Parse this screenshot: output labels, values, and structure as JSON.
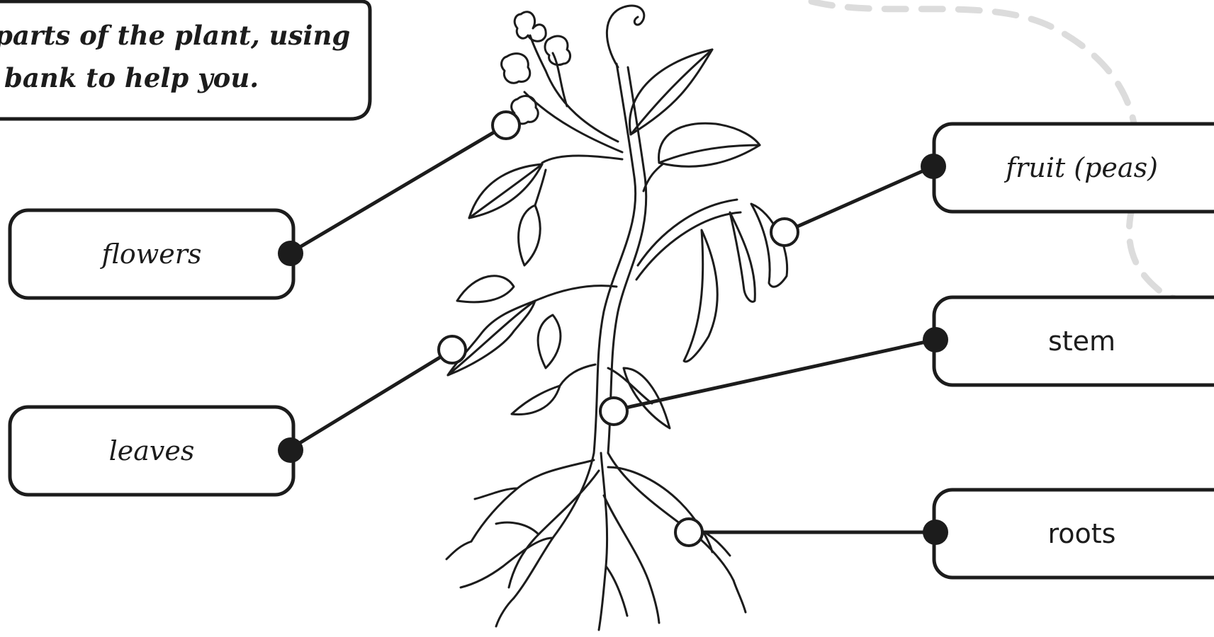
{
  "instructions": {
    "line1": "parts of the plant, using",
    "line2": "bank to help you."
  },
  "labels": {
    "flowers": "flowers",
    "leaves": "leaves",
    "fruit": "fruit (peas)",
    "stem": "stem",
    "roots": "roots"
  },
  "colors": {
    "ink": "#1c1c1c",
    "dashed_path": "#dcdcdc",
    "background": "#ffffff"
  }
}
